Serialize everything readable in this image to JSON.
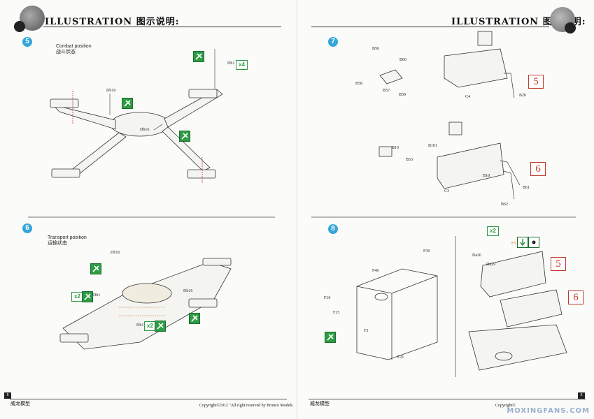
{
  "header": {
    "left_title": "ILLUSTRATION 图示说明:",
    "right_title": "ILLUSTRATION 图示说明:"
  },
  "steps": {
    "s5": {
      "number": "5",
      "caption_en": "Combat position",
      "caption_zh": "战斗状态"
    },
    "s6": {
      "number": "6",
      "caption_en": "Transport position",
      "caption_zh": "运输状态"
    },
    "s7": {
      "number": "7"
    },
    "s8": {
      "number": "8"
    }
  },
  "labels": {
    "db1_top": "Db1",
    "x4": "x4",
    "db16_a": "Db16",
    "db16_b": "Db16",
    "db16_c": "Db16",
    "db16_d": "Db16",
    "x2_a": "x2",
    "db1_a": "Db1",
    "db1_b": "Db1",
    "x2_b": "x2",
    "b56": "B56",
    "b60": "B60",
    "b58": "B58",
    "b57": "B57",
    "b59": "B59",
    "c4": "C4",
    "b20": "B20",
    "ref5_a": "5",
    "b10": "B10",
    "b53": "B53",
    "b101": "B101",
    "b18": "B18",
    "c3": "C3",
    "b62": "B62",
    "b61": "B61",
    "ref6_a": "6",
    "f30": "F30",
    "f40": "F40",
    "f16": "F16",
    "f15": "F15",
    "f3": "F3",
    "f21": "F21",
    "x2_c": "x2",
    "f5": "F5",
    "da26": "Da26",
    "da29": "Da29",
    "ref5_b": "5",
    "ref6_b": "6"
  },
  "footer": {
    "brand_left": "威龙模型",
    "copyright": "Copyright©2012  \"All right reserved by Bronco Models",
    "brand_right": "威龙模型",
    "copyright_right": "Copyright©",
    "page_left": "5",
    "page_right": "6",
    "watermark": "MOXINGFANS.COM"
  },
  "colors": {
    "step_blue": "#35a6d8",
    "cement_green": "#2e9c45",
    "ref_red": "#c23a2a"
  },
  "icons": [
    "cement-icon",
    "no-cement-icon"
  ]
}
